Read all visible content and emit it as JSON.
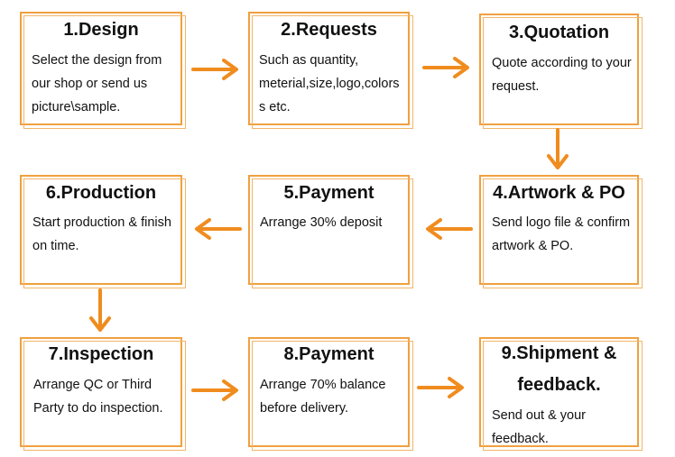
{
  "colors": {
    "accent": "#f08c1e",
    "border": "#f0a040"
  },
  "steps": [
    {
      "title": "1.Design",
      "lines": [
        "Select the design from",
        "our shop or send us",
        "picture\\sample."
      ]
    },
    {
      "title": "2.Requests",
      "lines": [
        "Such as quantity,",
        "meterial,size,logo,colors",
        "s etc."
      ]
    },
    {
      "title": "3.Quotation",
      "lines": [
        "Quote according to your",
        "request."
      ]
    },
    {
      "title": "4.Artwork & PO",
      "lines": [
        "Send logo file & confirm",
        "artwork & PO."
      ]
    },
    {
      "title": "5.Payment",
      "lines": [
        "Arrange 30% deposit"
      ]
    },
    {
      "title": "6.Production",
      "lines": [
        "Start production & finish",
        "on time."
      ]
    },
    {
      "title": "7.Inspection",
      "lines": [
        "Arrange QC or Third",
        "Party to do inspection."
      ]
    },
    {
      "title": "8.Payment",
      "lines": [
        "Arrange 70% balance",
        "before delivery."
      ]
    },
    {
      "title": "9.Shipment &",
      "title2": "feedback.",
      "lines": [
        "Send out & your",
        "feedback."
      ]
    }
  ],
  "arrows": [
    {
      "name": "arrow-1-to-2-icon",
      "dir": "right"
    },
    {
      "name": "arrow-2-to-3-icon",
      "dir": "right"
    },
    {
      "name": "arrow-3-to-4-icon",
      "dir": "down"
    },
    {
      "name": "arrow-4-to-5-icon",
      "dir": "left"
    },
    {
      "name": "arrow-5-to-6-icon",
      "dir": "left"
    },
    {
      "name": "arrow-6-to-7-icon",
      "dir": "down"
    },
    {
      "name": "arrow-7-to-8-icon",
      "dir": "right"
    },
    {
      "name": "arrow-8-to-9-icon",
      "dir": "right"
    }
  ]
}
